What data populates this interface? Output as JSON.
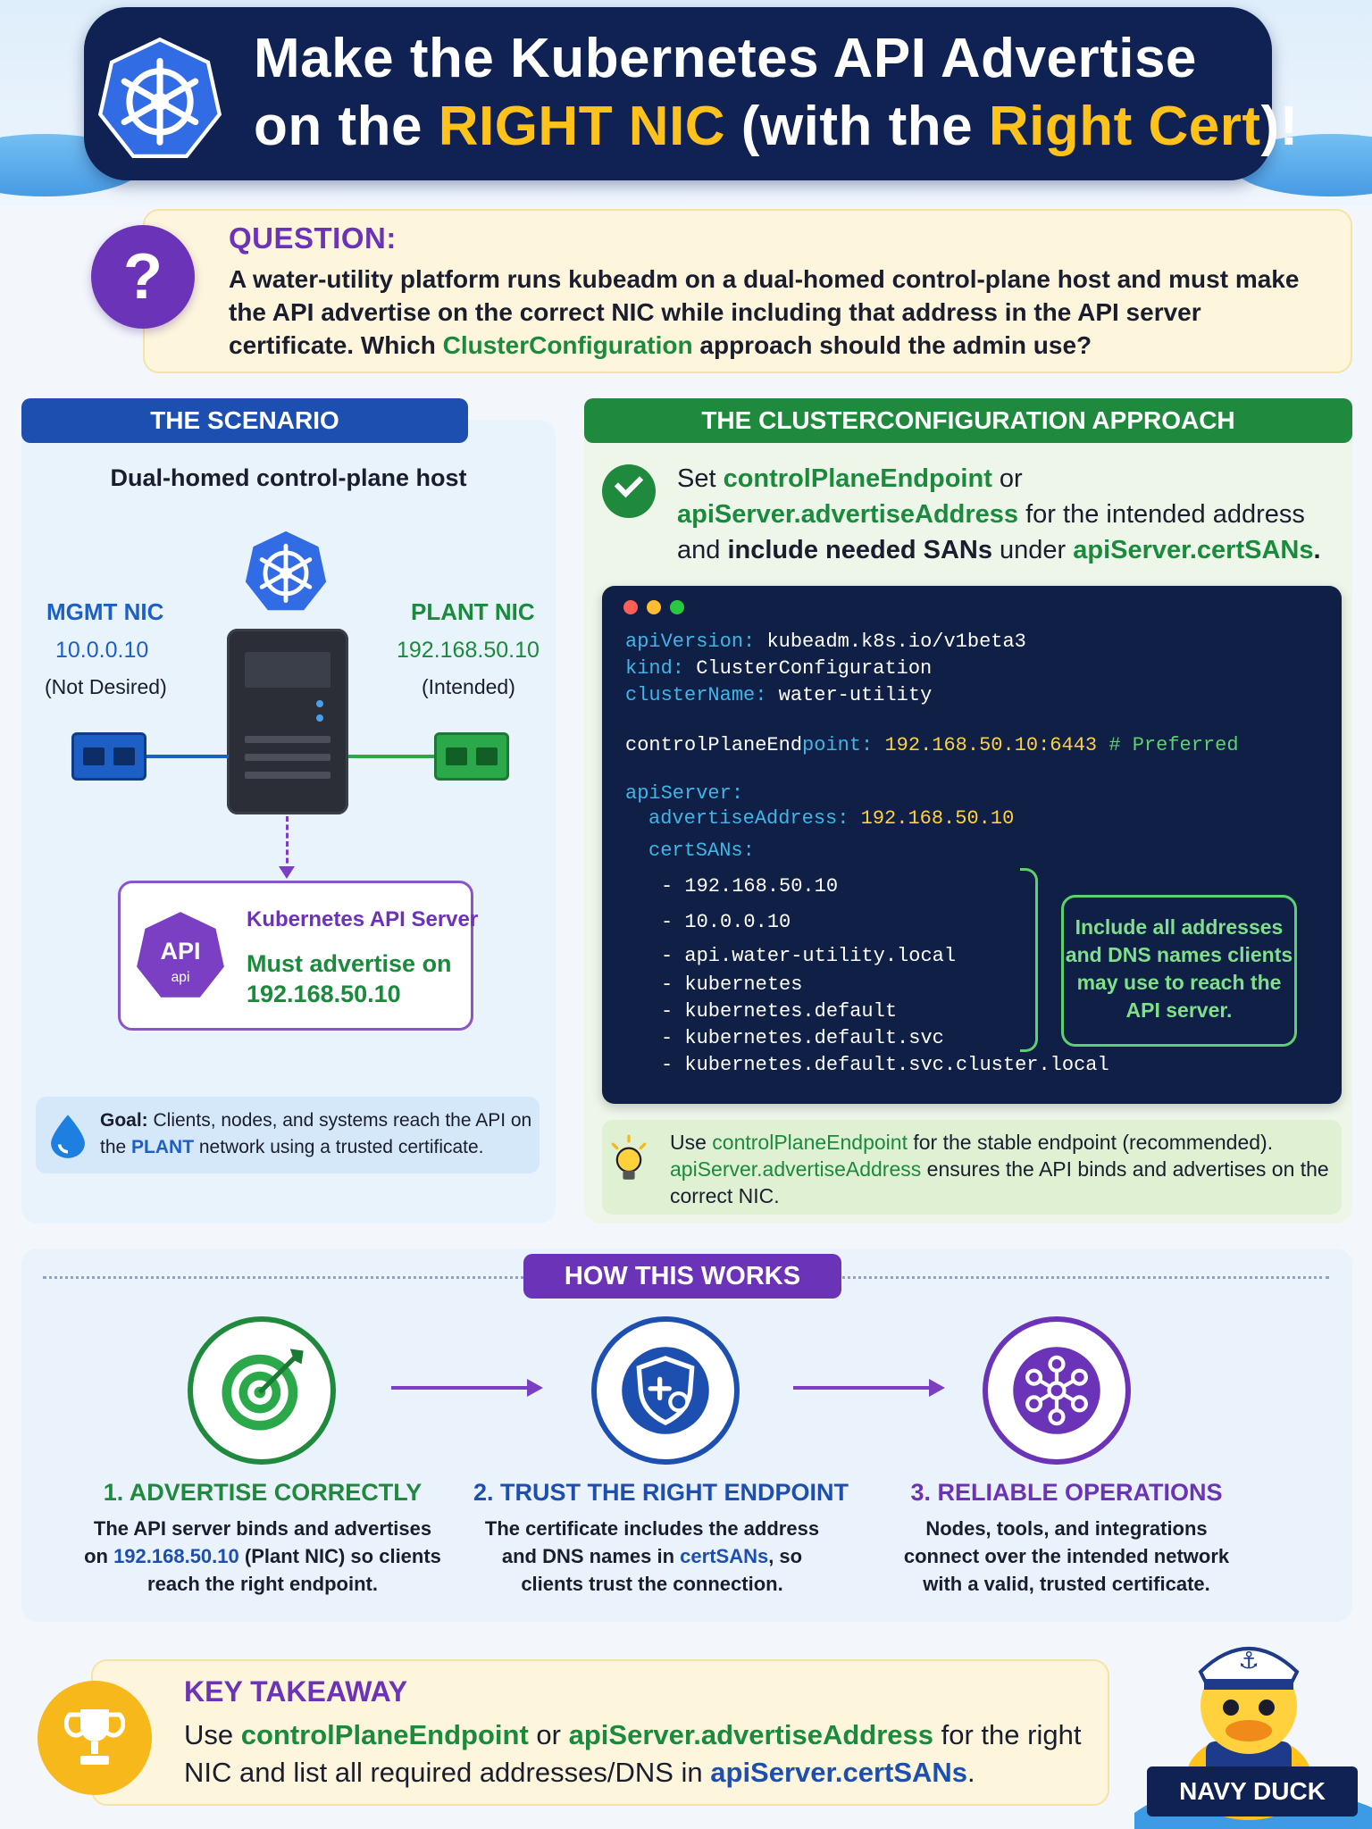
{
  "header": {
    "title_part1": "Make the Kubernetes API Advertise",
    "title_part2a": "on the ",
    "title_part2b": "RIGHT NIC",
    "title_part2c": " (with the ",
    "title_part2d": "Right Cert",
    "title_part2e": ")!"
  },
  "question": {
    "label": "QUESTION:",
    "text_a": "A water-utility platform runs kubeadm on a dual-homed control-plane host and must make the API advertise on the correct NIC while including that address in the API server certificate. Which ",
    "text_b": "ClusterConfiguration",
    "text_c": " approach should the admin use?"
  },
  "scenario": {
    "bar": "THE SCENARIO",
    "subtitle": "Dual-homed control-plane host",
    "mgmt_label": "MGMT NIC",
    "mgmt_ip": "10.0.0.10",
    "mgmt_note": "(Not Desired)",
    "plant_label": "PLANT NIC",
    "plant_ip": "192.168.50.10",
    "plant_note": "(Intended)",
    "api_badge_top": "API",
    "api_badge_bottom": "api",
    "api_title": "Kubernetes API Server",
    "api_must": "Must advertise on 192.168.50.10",
    "goal_a": "Goal:",
    "goal_b": " Clients, nodes, and systems reach the API on the ",
    "goal_c": "PLANT",
    "goal_d": " network using a trusted certificate."
  },
  "config": {
    "bar": "THE CLUSTERCONFIGURATION APPROACH",
    "desc_a": "Set ",
    "desc_b": "controlPlaneEndpoint",
    "desc_c": " or ",
    "desc_d": "apiServer.advertiseAddress",
    "desc_e": " for the intended address and ",
    "desc_f": "include needed SANs",
    "desc_g": " under ",
    "desc_h": "apiServer.certSANs",
    "desc_i": ".",
    "code": {
      "k_apiversion": "apiVersion:",
      "v_apiversion": "kubeadm.k8s.io/v1beta3",
      "k_kind": "kind:",
      "v_kind": "ClusterConfiguration",
      "k_cluster": "clusterName:",
      "v_cluster": "water-utility",
      "k_cpe_a": "controlPlaneEnd",
      "k_cpe_b": "point:",
      "v_cpe": "192.168.50.10:6443",
      "c_cpe": "# Preferred",
      "k_apiserver": "apiServer:",
      "k_adv": "advertiseAddress:",
      "v_adv": "192.168.50.10",
      "k_certsans": "certSANs:",
      "sans": [
        "- 192.168.50.10",
        "- 10.0.0.10",
        "- api.water-utility.local",
        "- kubernetes",
        "- kubernetes.default",
        "- kubernetes.default.svc",
        "- kubernetes.default.svc.cluster.local"
      ]
    },
    "san_note": "Include all addresses and DNS names clients may use to reach the API server.",
    "tip_a": "Use ",
    "tip_b": "controlPlaneEndpoint",
    "tip_c": " for the stable endpoint (recommended). ",
    "tip_d": "apiServer.advertiseAddress",
    "tip_e": " ensures the API binds and advertises on the correct NIC."
  },
  "how": {
    "bar": "HOW THIS WORKS",
    "steps": [
      {
        "title": "1. ADVERTISE CORRECTLY",
        "text_a": "The API server binds and advertises on ",
        "text_b": "192.168.50.10",
        "text_c": " (Plant NIC) so clients reach the right endpoint."
      },
      {
        "title": "2. TRUST THE RIGHT ENDPOINT",
        "text_a": "The certificate includes the address and DNS names in ",
        "text_b": "certSANs",
        "text_c": ", so clients trust the connection."
      },
      {
        "title": "3. RELIABLE OPERATIONS",
        "text_a": "Nodes, tools, and integrations connect over the intended network with a valid, trusted certificate.",
        "text_b": "",
        "text_c": ""
      }
    ]
  },
  "takeaway": {
    "label": "KEY TAKEAWAY",
    "text_a": "Use ",
    "text_b": "controlPlaneEndpoint",
    "text_c": " or ",
    "text_d": "apiServer.advertiseAddress",
    "text_e": " for the right NIC and list all required addresses/DNS in ",
    "text_f": "apiServer.certSANs",
    "text_g": "."
  },
  "mascot": {
    "banner": "NAVY DUCK"
  },
  "colors": {
    "navy": "#0f2253",
    "accent_yellow": "#ffc21a",
    "green": "#1a8a3c",
    "blue": "#1d4fb0",
    "purple": "#6b33b8"
  },
  "icons": [
    "kubernetes-helm-icon",
    "question-icon",
    "server-icon",
    "nic-card-icon",
    "api-badge-icon",
    "water-drop-icon",
    "check-icon",
    "lightbulb-icon",
    "target-icon",
    "shield-cert-icon",
    "network-nodes-icon",
    "trophy-icon",
    "duck-mascot-icon"
  ]
}
